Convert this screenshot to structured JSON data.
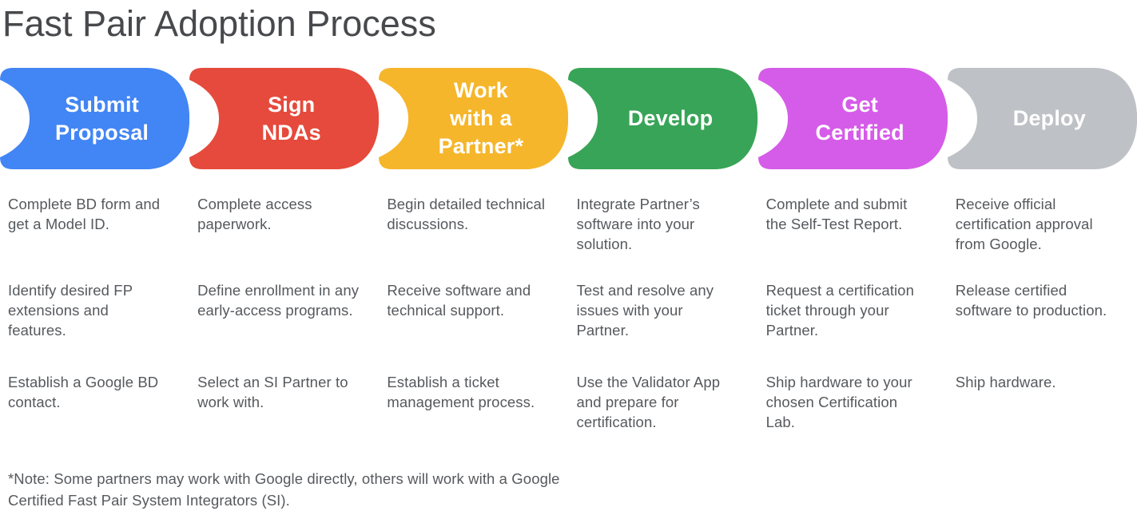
{
  "title": "Fast Pair Adoption Process",
  "note": "*Note: Some partners may work with Google directly, others will work with a Google Certified Fast Pair System Integrators (SI).",
  "text_color": "#56595d",
  "title_color": "#47494c",
  "steps": [
    {
      "label": "Submit Proposal",
      "label_lines": [
        "Submit",
        "Proposal"
      ],
      "color": "#4285F4",
      "details": [
        "Complete BD form and get a Model ID.",
        "Identify desired FP extensions and features.",
        "Establish a Google BD contact."
      ]
    },
    {
      "label": "Sign NDAs",
      "label_lines": [
        "Sign",
        "NDAs"
      ],
      "color": "#E54A3C",
      "details": [
        "Complete access paperwork.",
        "Define enrollment in any early-access programs.",
        "Select an SI Partner to work with."
      ]
    },
    {
      "label": "Work with a Partner*",
      "label_lines": [
        "Work",
        "with a",
        "Partner*"
      ],
      "color": "#F5B62B",
      "details": [
        "Begin detailed technical discussions.",
        "Receive software and technical support.",
        "Establish a ticket management process."
      ]
    },
    {
      "label": "Develop",
      "label_lines": [
        "Develop"
      ],
      "color": "#38A457",
      "details": [
        "Integrate Partner’s software into your solution.",
        "Test and resolve any issues with your Partner.",
        "Use the Validator App and prepare for certification."
      ]
    },
    {
      "label": "Get Certified",
      "label_lines": [
        "Get",
        "Certified"
      ],
      "color": "#D55CE8",
      "details": [
        "Complete and submit the Self-Test Report.",
        "Request a certification ticket through your Partner.",
        "Ship hardware to your chosen Certification Lab."
      ]
    },
    {
      "label": "Deploy",
      "label_lines": [
        "Deploy"
      ],
      "color": "#BEC1C5",
      "details": [
        "Receive official certification approval from Google.",
        "Release certified software to production.",
        "Ship hardware."
      ]
    }
  ]
}
